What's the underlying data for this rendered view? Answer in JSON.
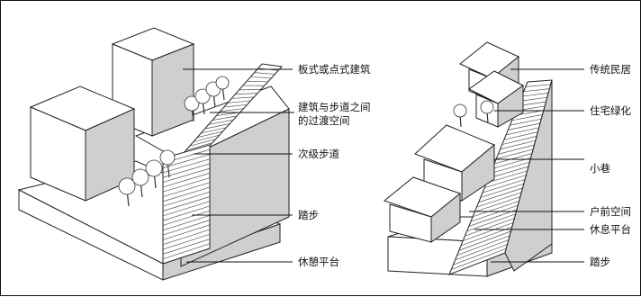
{
  "left_diagram": {
    "labels": {
      "building": "板式或点式建筑",
      "transition_line1": "建筑与步道之间",
      "transition_line2": "的过渡空间",
      "secondary_path": "次级步道",
      "steps": "踏步",
      "rest_platform": "休憩平台"
    }
  },
  "right_diagram": {
    "labels": {
      "traditional_houses": "传统民居",
      "residential_greening": "住宅绿化",
      "alley": "小巷",
      "front_space": "户前空间",
      "rest_platform": "休息平台",
      "steps": "踏步"
    }
  }
}
